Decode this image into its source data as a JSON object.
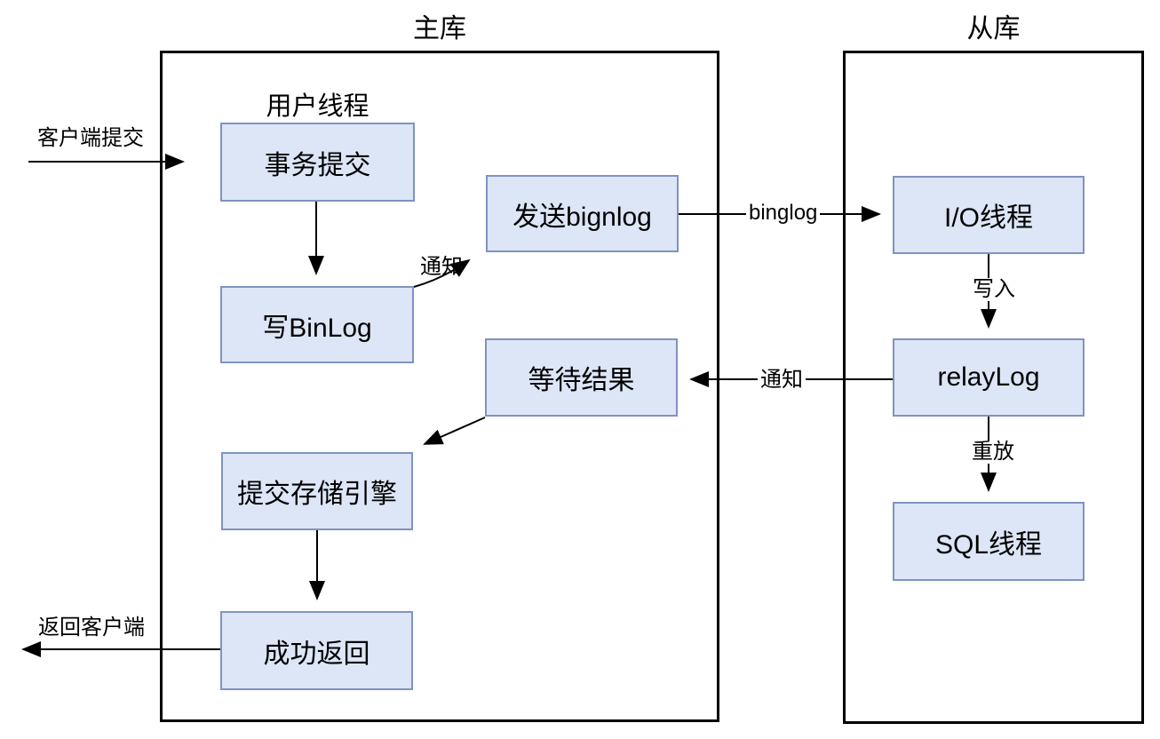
{
  "diagram": {
    "containers": [
      {
        "id": "master",
        "label": "主库"
      },
      {
        "id": "slave",
        "label": "从库"
      }
    ],
    "group_label": "用户线程",
    "nodes": [
      {
        "id": "transaction-commit",
        "label": "事务提交"
      },
      {
        "id": "write-binlog",
        "label": "写BinLog"
      },
      {
        "id": "send-binlog",
        "label": "发送bignlog"
      },
      {
        "id": "wait-result",
        "label": "等待结果"
      },
      {
        "id": "commit-storage-engine",
        "label": "提交存储引擎"
      },
      {
        "id": "success-return",
        "label": "成功返回"
      },
      {
        "id": "io-thread",
        "label": "I/O线程"
      },
      {
        "id": "relay-log",
        "label": "relayLog"
      },
      {
        "id": "sql-thread",
        "label": "SQL线程"
      }
    ],
    "edge_labels": [
      {
        "id": "client-submit",
        "label": "客户端提交"
      },
      {
        "id": "notify-send",
        "label": "通知"
      },
      {
        "id": "binglog",
        "label": "binglog"
      },
      {
        "id": "write-in",
        "label": "写入"
      },
      {
        "id": "notify-wait",
        "label": "通知"
      },
      {
        "id": "replay",
        "label": "重放"
      },
      {
        "id": "return-client",
        "label": "返回客户端"
      }
    ],
    "colors": {
      "node_fill": "#dce6f7",
      "node_border": "#8093c0",
      "container_border": "#000000",
      "arrow": "#000000",
      "background": "#ffffff"
    }
  }
}
